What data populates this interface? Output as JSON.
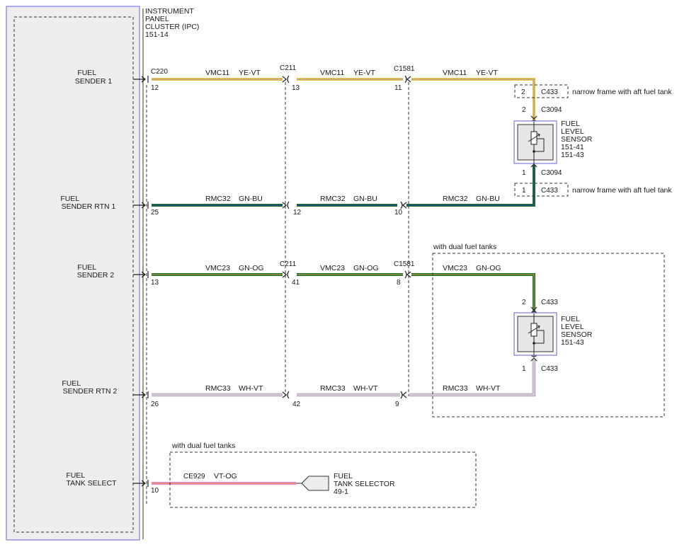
{
  "module": {
    "title_lines": [
      "INSTRUMENT",
      "PANEL",
      "CLUSTER (IPC)",
      "151-14"
    ]
  },
  "signals": {
    "fuel_sender_1": [
      "FUEL",
      "SENDER 1"
    ],
    "fuel_sender_rtn_1": [
      "FUEL",
      "SENDER RTN 1"
    ],
    "fuel_sender_2": [
      "FUEL",
      "SENDER 2"
    ],
    "fuel_sender_rtn_2": [
      "FUEL",
      "SENDER RTN 2"
    ],
    "fuel_tank_select": [
      "FUEL",
      "TANK SELECT"
    ]
  },
  "connectors": {
    "c220": "C220",
    "c211": "C211",
    "c1581": "C1581",
    "c433": "C433",
    "c3094": "C3094",
    "ce929": "CE929"
  },
  "pins": {
    "p12": "12",
    "p13": "13",
    "p11": "11",
    "p2": "2",
    "p1": "1",
    "p25": "25",
    "p10": "10",
    "p41": "41",
    "p8": "8",
    "p26": "26",
    "p42": "42",
    "p9": "9"
  },
  "circuits": {
    "vmc11": "VMC11",
    "ye_vt": "YE-VT",
    "rmc32": "RMC32",
    "gn_bu": "GN-BU",
    "vmc23": "VMC23",
    "gn_og": "GN-OG",
    "rmc33": "RMC33",
    "wh_vt": "WH-VT",
    "vt_og": "VT-OG"
  },
  "notes": {
    "narrow_frame": "narrow frame with aft fuel tank",
    "dual_tanks": "with dual fuel tanks"
  },
  "sensor1": {
    "lines": [
      "FUEL",
      "LEVEL",
      "SENSOR",
      "151-41",
      "151-43"
    ]
  },
  "sensor2": {
    "lines": [
      "FUEL",
      "LEVEL",
      "SENSOR",
      "151-43"
    ]
  },
  "selector": {
    "lines": [
      "FUEL",
      "TANK SELECTOR",
      "49-1"
    ]
  },
  "colors": {
    "yellow": "#e8c840",
    "dark_green": "#1c6b2e",
    "blue": "#2a4a9a",
    "orange": "#d9a441",
    "white": "#f2eaf2",
    "violet": "#b99ac8",
    "pink": "#e97fcf",
    "frame": "#7a7ae0"
  }
}
